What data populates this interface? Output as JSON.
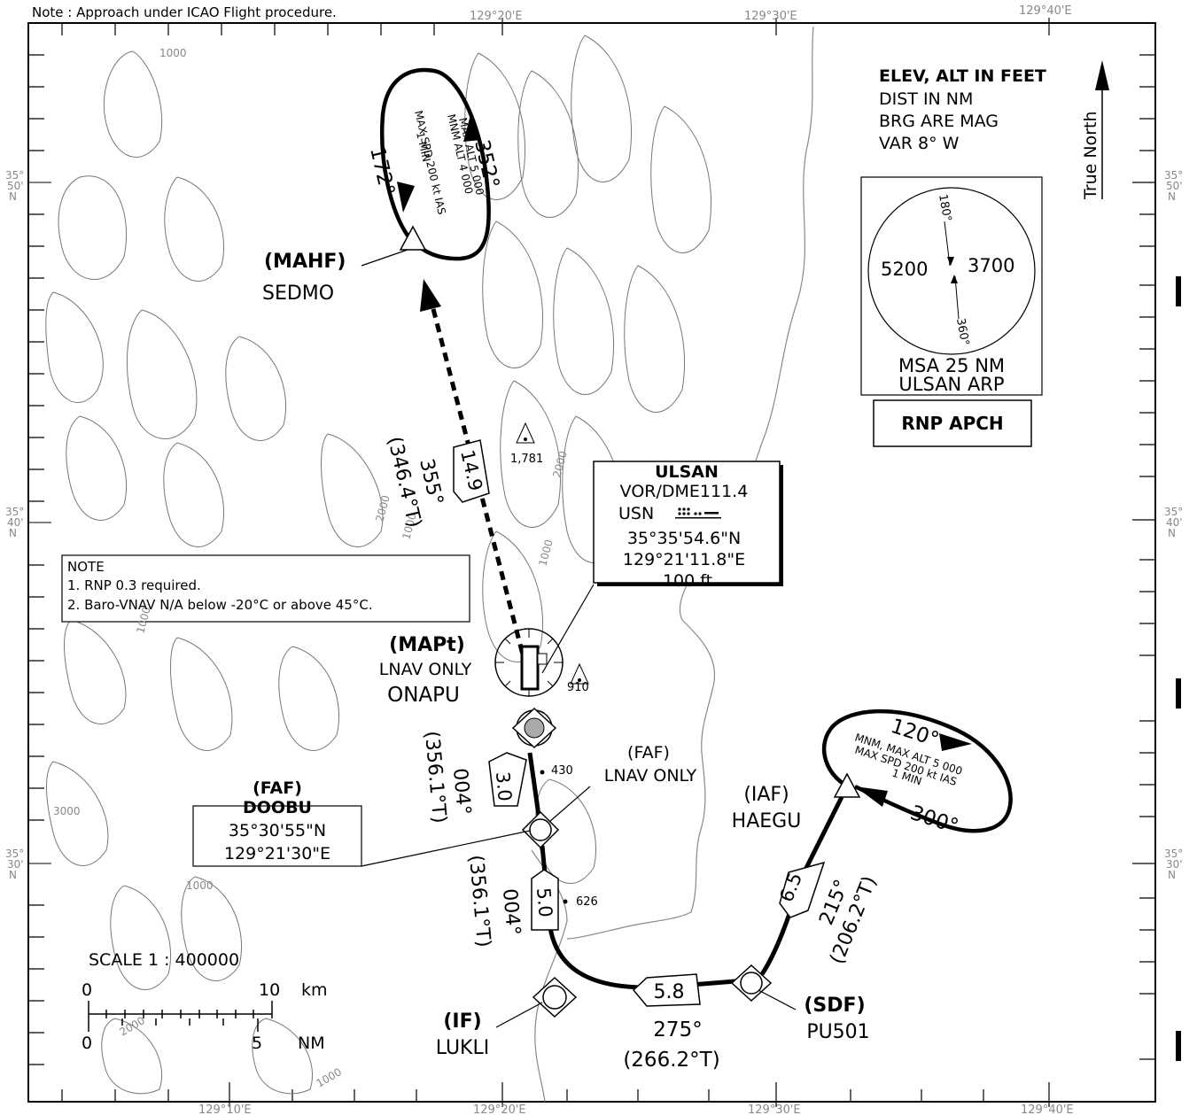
{
  "note_top": "Note : Approach under ICAO Flight procedure.",
  "chart_title": "RNP APCH",
  "units": {
    "line1": "ELEV, ALT IN FEET",
    "line2": "DIST IN NM",
    "line3": "BRG ARE MAG",
    "line4": "VAR 8° W"
  },
  "true_north": "True North",
  "msa": {
    "left_alt": "5200",
    "right_alt": "3700",
    "bearing_top": "180°",
    "bearing_bottom": "360°",
    "line1": "MSA 25 NM",
    "line2": "ULSAN ARP"
  },
  "notes": {
    "heading": "NOTE",
    "item1": "1. RNP 0.3 required.",
    "item2": "2. Baro-VNAV N/A below -20°C or above 45°C."
  },
  "navaid": {
    "name": "ULSAN",
    "freq": "VOR/DME111.4",
    "ident": "USN",
    "lat": "35°35'54.6\"N",
    "lon": "129°21'11.8\"E",
    "elev": "100 ft"
  },
  "waypoints": {
    "mahf_role": "(MAHF)",
    "mahf_name": "SEDMO",
    "mapt_role": "(MAPt)",
    "mapt_note": "LNAV ONLY",
    "mapt_name": "ONAPU",
    "faf_lnav_role": "(FAF)",
    "faf_lnav_note": "LNAV ONLY",
    "faf_role": "(FAF)",
    "faf_name": "DOOBU",
    "faf_lat": "35°30'55\"N",
    "faf_lon": "129°21'30\"E",
    "iaf_role": "(IAF)",
    "iaf_name": "HAEGU",
    "if_role": "(IF)",
    "if_name": "LUKLI",
    "sdf_role": "(SDF)",
    "sdf_name": "PU501"
  },
  "legs": {
    "missed_dist": "14.9",
    "missed_brg": "355°",
    "missed_true": "(346.4°T)",
    "final_dist": "3.0",
    "final_brg": "004°",
    "final_true": "(356.1°T)",
    "inter_dist": "5.0",
    "inter_brg": "004°",
    "inter_true": "(356.1°T)",
    "base_dist": "5.8",
    "base_brg": "275°",
    "base_true": "(266.2°T)",
    "init_dist": "6.5",
    "init_brg": "215°",
    "init_true": "(206.2°T)"
  },
  "holds": {
    "missed_in": "172°",
    "missed_out": "352°",
    "missed_l1": "MAX ALT 5 000",
    "missed_l2": "MNM ALT 4 000",
    "missed_l3": "MAX SPD 200 kt IAS",
    "missed_l4": "1 MIN",
    "iaf_out": "120°",
    "iaf_in": "300°",
    "iaf_l1": "MNM, MAX ALT 5 000",
    "iaf_l2": "MAX SPD 200 kt IAS",
    "iaf_l3": "1 MIN"
  },
  "spot_elevations": [
    "1,781",
    "910",
    "430",
    "626"
  ],
  "contour_labels": [
    "1000",
    "2000",
    "1000",
    "2000",
    "1000",
    "1000",
    "3000",
    "1000",
    "2000",
    "1000"
  ],
  "grid": {
    "lon_top": [
      "129°20'E",
      "129°30'E",
      "129°40'E"
    ],
    "lon_bottom": [
      "129°10'E",
      "129°20'E",
      "129°30'E",
      "129°40'E"
    ],
    "lat_50": [
      "35°",
      "50'",
      "N"
    ],
    "lat_40": [
      "35°",
      "40'",
      "N"
    ],
    "lat_30": [
      "35°",
      "30'",
      "N"
    ]
  },
  "scale": {
    "title": "SCALE 1 : 400000",
    "km0": "0",
    "km10": "10",
    "km": "km",
    "nm0": "0",
    "nm5": "5",
    "nm": "NM"
  }
}
